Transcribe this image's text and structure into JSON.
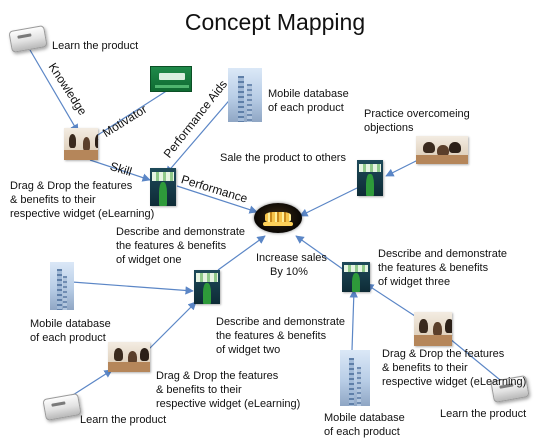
{
  "title": "Concept Mapping",
  "colors": {
    "link": "#5b86c6",
    "text": "#111111"
  },
  "icons": {
    "key": "keyboard-key-icon",
    "sign": "motivator-sign-icon",
    "building": "building-photo",
    "meeting": "meeting-photo",
    "performer": "performer-photo",
    "center": "trophy-crowd-icon"
  },
  "edge_labels": {
    "knowledge": "Knowledge",
    "motivator": "Motivator",
    "performance_aids": "Performance Aids",
    "skill": "Skill",
    "performance": "Performance"
  },
  "labels": {
    "learn_top": "Learn the product",
    "mobile_db_top": [
      "Mobile database",
      "of each product"
    ],
    "practice": [
      "Practice overcomeing",
      "objections"
    ],
    "sale_others": "Sale the product to others",
    "dragdrop_left": [
      "Drag & Drop the features",
      "& benefits to their",
      "respective widget (eLearning)"
    ],
    "describe_one": [
      "Describe and demonstrate",
      "the features  & benefits",
      "of widget one"
    ],
    "increase": [
      "Increase sales",
      "By 10%"
    ],
    "describe_three": [
      "Describe and demonstrate",
      "the features  & benefits",
      "of widget three"
    ],
    "mobile_db_left": [
      "Mobile database",
      "of each product"
    ],
    "describe_two": [
      "Describe and demonstrate",
      "the features  & benefits",
      "of widget two"
    ],
    "dragdrop_bottom_left": [
      "Drag & Drop the features",
      "& benefits to their",
      "respective widget (eLearning)"
    ],
    "learn_bottom_left": "Learn the product",
    "dragdrop_right": [
      "Drag & Drop the features",
      "& benefits to their",
      "respective widget (eLearning)"
    ],
    "mobile_db_bottom": [
      "Mobile database",
      "of each product"
    ],
    "learn_bottom_right": "Learn the product"
  }
}
